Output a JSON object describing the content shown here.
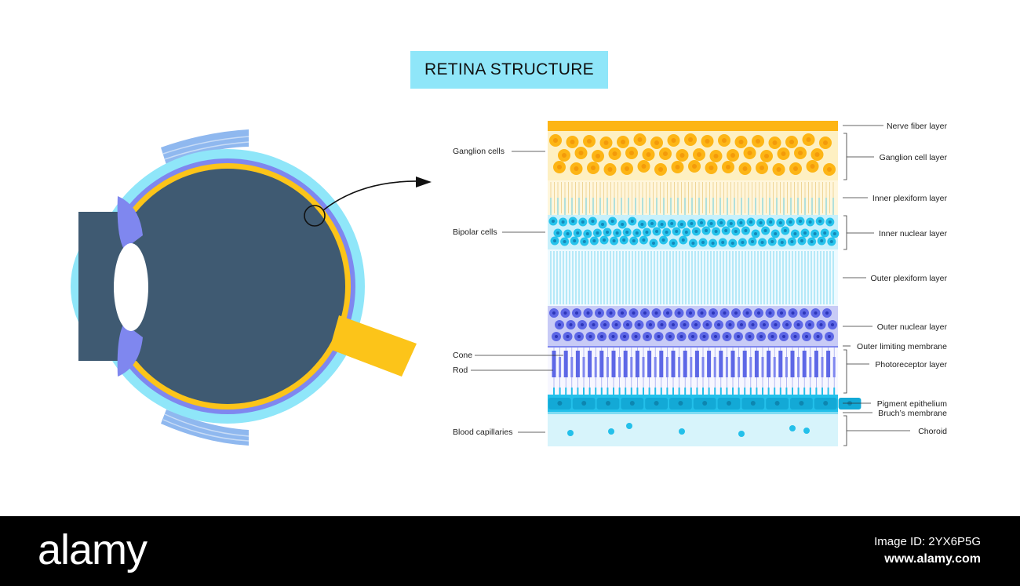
{
  "title": "RETINA STRUCTURE",
  "left_labels": {
    "ganglion_cells": "Ganglion cells",
    "bipolar_cells": "Bipolar cells",
    "cone": "Cone",
    "rod": "Rod",
    "blood_capillaries": "Blood capillaries"
  },
  "right_labels": {
    "nerve_fiber_layer": "Nerve fiber layer",
    "ganglion_cell_layer": "Ganglion cell layer",
    "inner_plexiform_layer": "Inner plexiform layer",
    "inner_nuclear_layer": "Inner nuclear layer",
    "outer_plexiform_layer": "Outer plexiform layer",
    "outer_nuclear_layer": "Outer nuclear layer",
    "outer_limiting_membrane": "Outer limiting membrane",
    "photoreceptor_layer": "Photoreceptor layer",
    "pigment_epithelium": "Pigment epithelium",
    "bruchs_membrane": "Bruch’s membrane",
    "choroid": "Choroid"
  },
  "footer": {
    "brand": "alamy",
    "image_id": "Image ID: 2YX6P5G",
    "site": "www.alamy.com"
  },
  "colors": {
    "title_bg": "#8fe6f9",
    "eye_interior": "#3f5a72",
    "sclera": "#8fe6f9",
    "choroid_band": "#7f87ef",
    "retina_band": "#fcc419",
    "optic_nerve": "#fcc419",
    "ganglion_cell": "#fdb515",
    "bipolar_cell": "#26c3ec",
    "outer_nuclear_cell": "#5d67e6",
    "pigment": "#23c0ea"
  }
}
